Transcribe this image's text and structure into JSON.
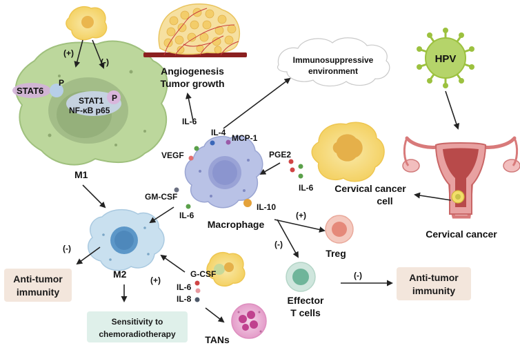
{
  "m1": {
    "title": "M1",
    "stat6": "STAT6",
    "p1": "P",
    "stat1": "STAT1",
    "p2": "P",
    "nfkb": "NF-κB p65",
    "plus": "(+)",
    "minus": "(-)"
  },
  "m2": {
    "title": "M2",
    "minus": "(-)"
  },
  "angio": {
    "line1": "Angiogenesis",
    "line2": "Tumor growth"
  },
  "immuno": {
    "line1": "Immunosuppressive",
    "line2": "environment"
  },
  "hpv": {
    "label": "HPV"
  },
  "cervical_cell": {
    "line1": "Cervical cancer",
    "line2": "cell"
  },
  "cervical_cancer": {
    "label": "Cervical cancer"
  },
  "macrophage": {
    "label": "Macrophage",
    "il6_top": "IL-6",
    "il4": "IL-4",
    "mcp1": "MCP-1",
    "vegf": "VEGF",
    "gmcsf": "GM-CSF",
    "il6_bottom": "IL-6",
    "il10": "IL-10"
  },
  "cancer_cell_factors": {
    "pge2": "PGE2",
    "il6": "IL-6"
  },
  "treg": {
    "label": "Treg",
    "plus": "(+)"
  },
  "effector": {
    "line1": "Effector",
    "line2": "T cells",
    "minus_in": "(-)",
    "minus_out": "(-)"
  },
  "tan": {
    "label": "TANs",
    "gcsf": "G-CSF",
    "il6": "IL-6",
    "il8": "IL-8",
    "plus": "(+)"
  },
  "boxes": {
    "anti_left": {
      "line1": "Anti-tumor",
      "line2": "immunity"
    },
    "anti_right": {
      "line1": "Anti-tumor",
      "line2": "immunity"
    },
    "sensitivity": {
      "line1": "Sensitivity to",
      "line2": "chemoradiotherapy"
    }
  },
  "colors": {
    "m1_cell": "#bcd79c",
    "m2_cell": "#c9e0ef",
    "macrophage_cell": "#b9c2e6",
    "cancer_cell": "#f7e08a",
    "treg_cell": "#f4c9bf",
    "effector_cell": "#cfe6dd",
    "tan_cell": "#eab6d6",
    "box_beige": "#f3e6dc",
    "box_green": "#dff0ea",
    "vessel": "#8b2020",
    "hpv_virus": "#b5d46a"
  }
}
